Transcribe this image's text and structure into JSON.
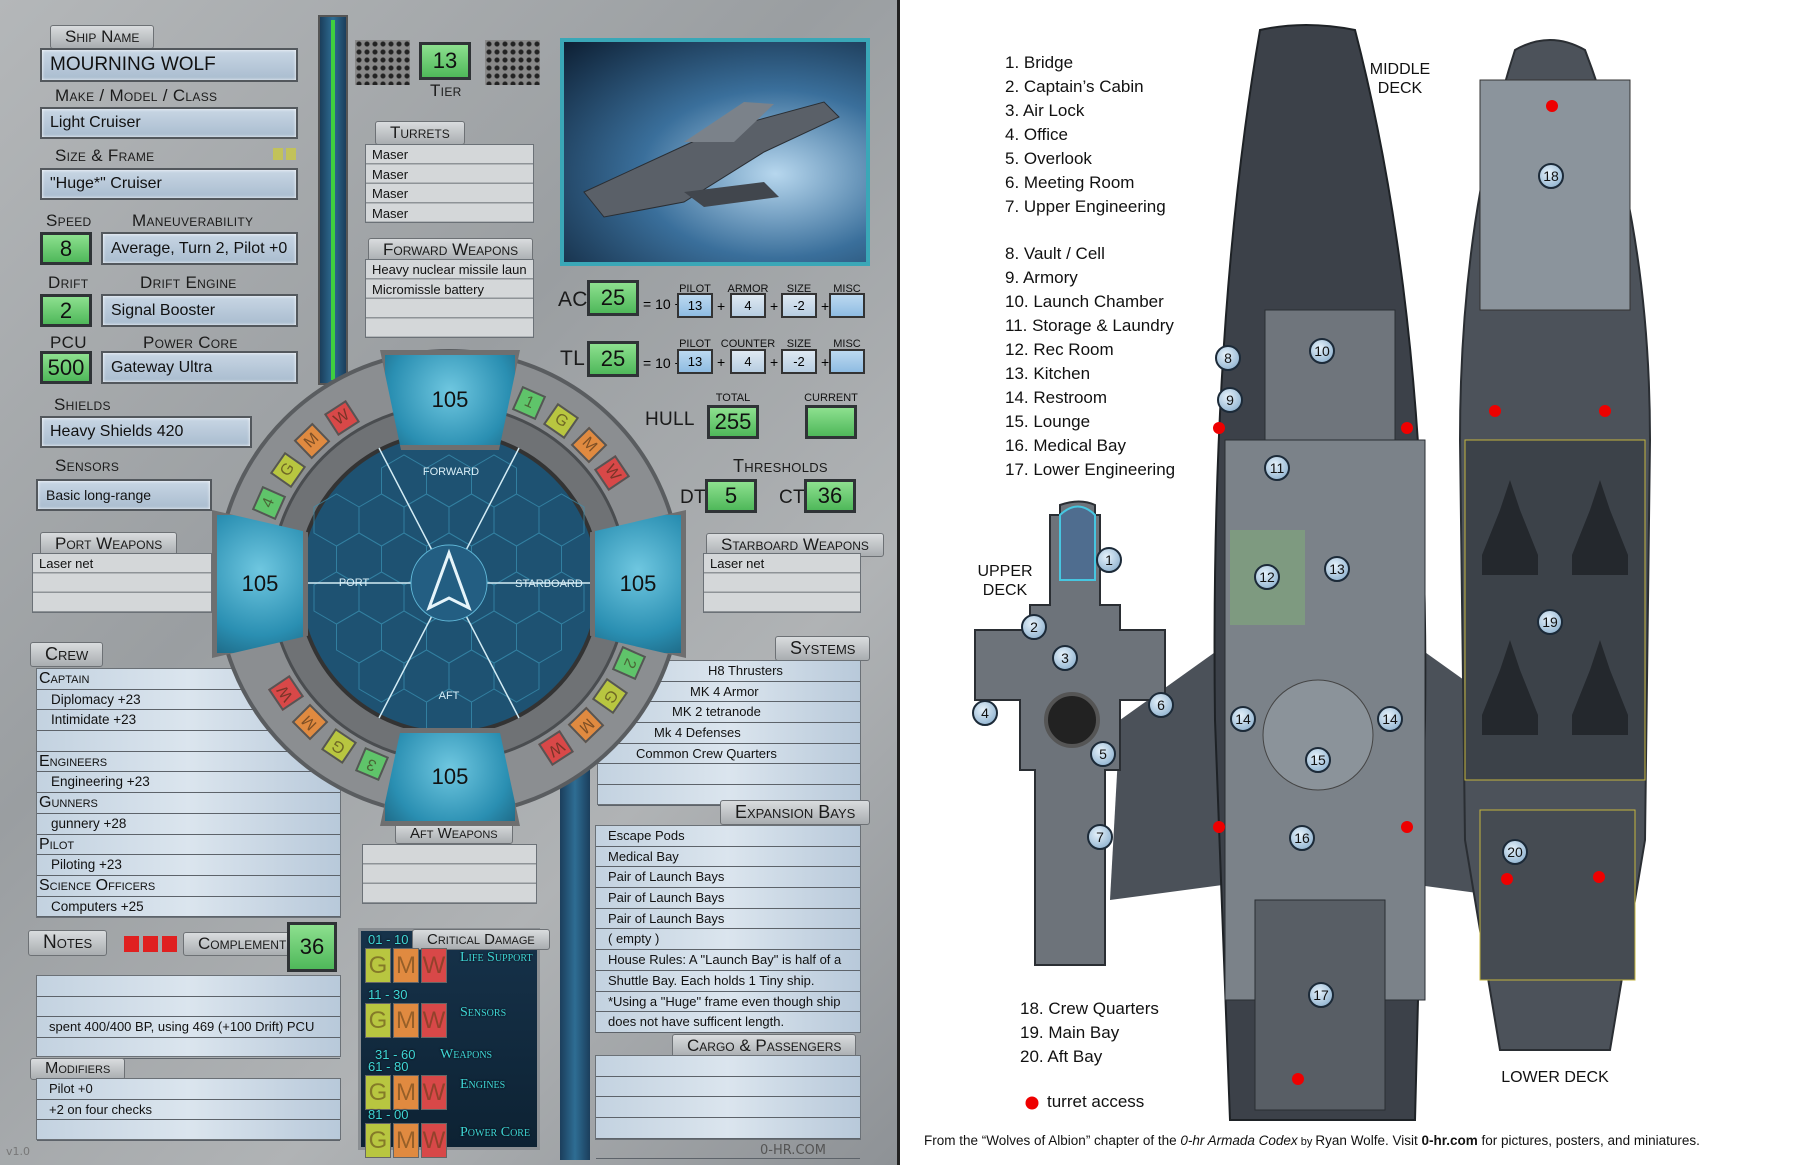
{
  "sheet": {
    "ship_name_label": "Ship Name",
    "ship_name": "MOURNING WOLF",
    "make_label": "Make / Model / Class",
    "make": "Light Cruiser",
    "size_label": "Size & Frame",
    "size": "\"Huge*\" Cruiser",
    "speed_label": "Speed",
    "speed": "8",
    "maneuver_label": "Maneuverability",
    "maneuver": "Average, Turn 2, Pilot +0",
    "drift_label": "Drift",
    "drift": "2",
    "drift_engine_label": "Drift Engine",
    "drift_engine": "Signal Booster",
    "pcu_label": "PCU",
    "pcu": "500",
    "power_core_label": "Power Core",
    "power_core": "Gateway Ultra",
    "shields_label": "Shields",
    "shields": "Heavy Shields 420",
    "sensors_label": "Sensors",
    "sensors": "Basic long-range",
    "tier": "13",
    "tier_label": "Tier",
    "turrets_label": "Turrets",
    "turrets": [
      "Maser",
      "Maser",
      "Maser",
      "Maser"
    ],
    "forward_label": "Forward Weapons",
    "forward": [
      "Heavy nuclear missile laun",
      "Micromissle battery",
      "",
      ""
    ],
    "port_label": "Port Weapons",
    "port": [
      "Laser net",
      "",
      ""
    ],
    "starboard_label": "Starboard Weapons",
    "starboard": [
      "Laser net",
      "",
      ""
    ],
    "aft_label": "Aft Weapons",
    "aft": [
      "",
      "",
      ""
    ],
    "ac": {
      "label": "AC",
      "value": "25",
      "base": "= 10 +",
      "sub_labels": [
        "PILOT",
        "ARMOR",
        "SIZE",
        "MISC"
      ],
      "sub_values": [
        "13",
        "4",
        "-2",
        ""
      ]
    },
    "tl": {
      "label": "TL",
      "value": "25",
      "base": "= 10 +",
      "sub_labels": [
        "PILOT",
        "COUNTER",
        "SIZE",
        "MISC"
      ],
      "sub_values": [
        "13",
        "4",
        "-2",
        ""
      ]
    },
    "plus": "+",
    "hull": {
      "label": "HULL",
      "total_label": "TOTAL",
      "total": "255",
      "current_label": "CURRENT",
      "current": ""
    },
    "thresholds": {
      "label": "Thresholds",
      "dt_label": "DT",
      "dt": "5",
      "ct_label": "CT",
      "ct": "36"
    },
    "shields_quadrants": {
      "forward": "105",
      "port": "105",
      "starboard": "105",
      "aft": "105"
    },
    "directions": {
      "forward": "FORWARD",
      "port": "PORT",
      "starboard": "STARBOARD",
      "aft": "AFT"
    },
    "arc_tiles": {
      "forward_right": [
        "1",
        "G",
        "M",
        "W"
      ],
      "forward_left": [
        "W",
        "M",
        "G",
        "4"
      ],
      "aft_right": [
        "2",
        "G",
        "M",
        "W"
      ],
      "aft_left": [
        "W",
        "M",
        "G",
        "3"
      ]
    },
    "crew_label": "Crew",
    "crew": [
      {
        "type": "head",
        "text": "Captain"
      },
      {
        "type": "sk",
        "text": "Diplomacy +23"
      },
      {
        "type": "sk",
        "text": "Intimidate +23"
      },
      {
        "type": "blank",
        "text": ""
      },
      {
        "type": "head",
        "text": "Engineers"
      },
      {
        "type": "sk",
        "text": "Engineering +23"
      },
      {
        "type": "head",
        "text": "Gunners"
      },
      {
        "type": "sk",
        "text": "gunnery   +28"
      },
      {
        "type": "head",
        "text": "Pilot"
      },
      {
        "type": "sk",
        "text": "Piloting +23"
      },
      {
        "type": "head",
        "text": "Science Officers"
      },
      {
        "type": "sk",
        "text": "Computers +25"
      }
    ],
    "systems_label": "Systems",
    "systems": [
      "H8 Thrusters",
      "MK 4 Armor",
      "MK 2 tetranode",
      "Mk 4 Defenses",
      "Common Crew Quarters",
      "",
      ""
    ],
    "expansion_label": "Expansion Bays",
    "expansion": [
      "Escape Pods",
      "Medical Bay",
      "Pair of Launch Bays",
      "Pair of Launch Bays",
      "Pair of Launch Bays",
      "( empty )",
      "House Rules: A \"Launch Bay\" is half of a",
      "Shuttle Bay. Each holds 1 Tiny ship.",
      "*Using a \"Huge\" frame even though ship",
      "does not have sufficent length."
    ],
    "cargo_label": "Cargo & Passengers",
    "cargo": [
      "",
      "",
      "",
      "",
      ""
    ],
    "notes_label": "Notes",
    "complement_label": "Complement",
    "complement": "36",
    "notes": [
      "",
      "",
      "spent  400/400 BP,  using 469 (+100 Drift)  PCU",
      "",
      ""
    ],
    "modifiers_label": "Modifiers",
    "modifiers": [
      "Pilot +0",
      "+2 on four checks",
      ""
    ],
    "critical_label": "Critical Damage",
    "critical": [
      {
        "range": "01 - 10",
        "system": "Life Support",
        "tiles": [
          "G",
          "M",
          "W"
        ]
      },
      {
        "range": "11 - 30",
        "system": "Sensors",
        "tiles": [
          "G",
          "M",
          "W"
        ]
      },
      {
        "range": "31 - 60",
        "system": "Weapons",
        "tiles": []
      },
      {
        "range": "61 - 80",
        "system": "Engines",
        "tiles": [
          "G",
          "M",
          "W"
        ]
      },
      {
        "range": "81 - 00",
        "system": "Power Core",
        "tiles": [
          "G",
          "M",
          "W"
        ]
      }
    ],
    "version": "v1.0",
    "site": "0-HR.COM",
    "colors": {
      "green": "#5fc46a",
      "glitch": "#b8c640",
      "malfunction": "#e08a40",
      "wrecked": "#d84848",
      "field": "#b9cbdc"
    }
  },
  "map": {
    "legend_a": [
      "1. Bridge",
      "2. Captain’s Cabin",
      "3. Air Lock",
      "4. Office",
      "5. Overlook",
      "6. Meeting Room",
      "7. Upper Engineering"
    ],
    "legend_b": [
      "8. Vault / Cell",
      "9. Armory",
      "10. Launch Chamber",
      "11. Storage & Laundry",
      "12. Rec Room",
      "13. Kitchen",
      "14. Restroom",
      "15. Lounge",
      "16. Medical Bay",
      "17. Lower Engineering"
    ],
    "legend_c": [
      "18. Crew Quarters",
      "19. Main Bay",
      "20. Aft Bay"
    ],
    "turret_access": "turret access",
    "upper_deck": "UPPER DECK",
    "middle_deck": "MIDDLE DECK",
    "lower_deck": "LOWER DECK",
    "badges": [
      "1",
      "2",
      "3",
      "4",
      "5",
      "6",
      "7",
      "8",
      "9",
      "10",
      "11",
      "12",
      "13",
      "14",
      "14",
      "15",
      "16",
      "17",
      "18",
      "19",
      "20"
    ],
    "credit": {
      "a": "From the “Wolves of Albion” chapter of the ",
      "book": "0-hr Armada Codex",
      "by": " by ",
      "author": "Ryan Wolfe.  Visit ",
      "site": "0-hr.com",
      "tail": " for pictures, posters, and miniatures."
    }
  }
}
